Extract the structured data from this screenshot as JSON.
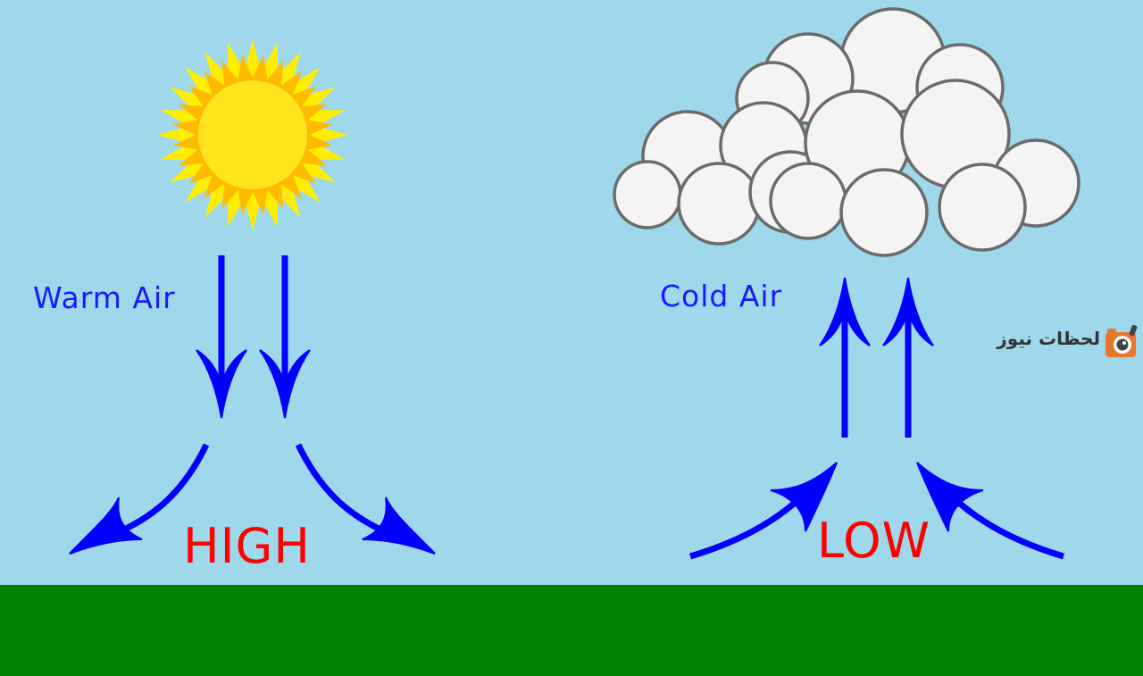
{
  "labels": {
    "warm_air": "Warm Air",
    "cold_air": "Cold Air",
    "high": "HIGH",
    "low": "LOW"
  },
  "watermark": {
    "text": "لحظات نيوز",
    "icon": "camera-logo-icon"
  },
  "icons": {
    "sun": "sun-icon",
    "cloud": "cloud-icon"
  },
  "colors": {
    "sky": "#9ed8ea",
    "ground": "#008000",
    "arrow": "#0000ff",
    "air_label": "#1a1aff",
    "pressure_label": "#ff0000",
    "sun_core": "#ffe41e",
    "sun_rays_outer": "#ffee00",
    "sun_rays_inner": "#ffbb00",
    "cloud_fill": "#f4f4f4",
    "cloud_stroke": "#6b6b6b"
  }
}
